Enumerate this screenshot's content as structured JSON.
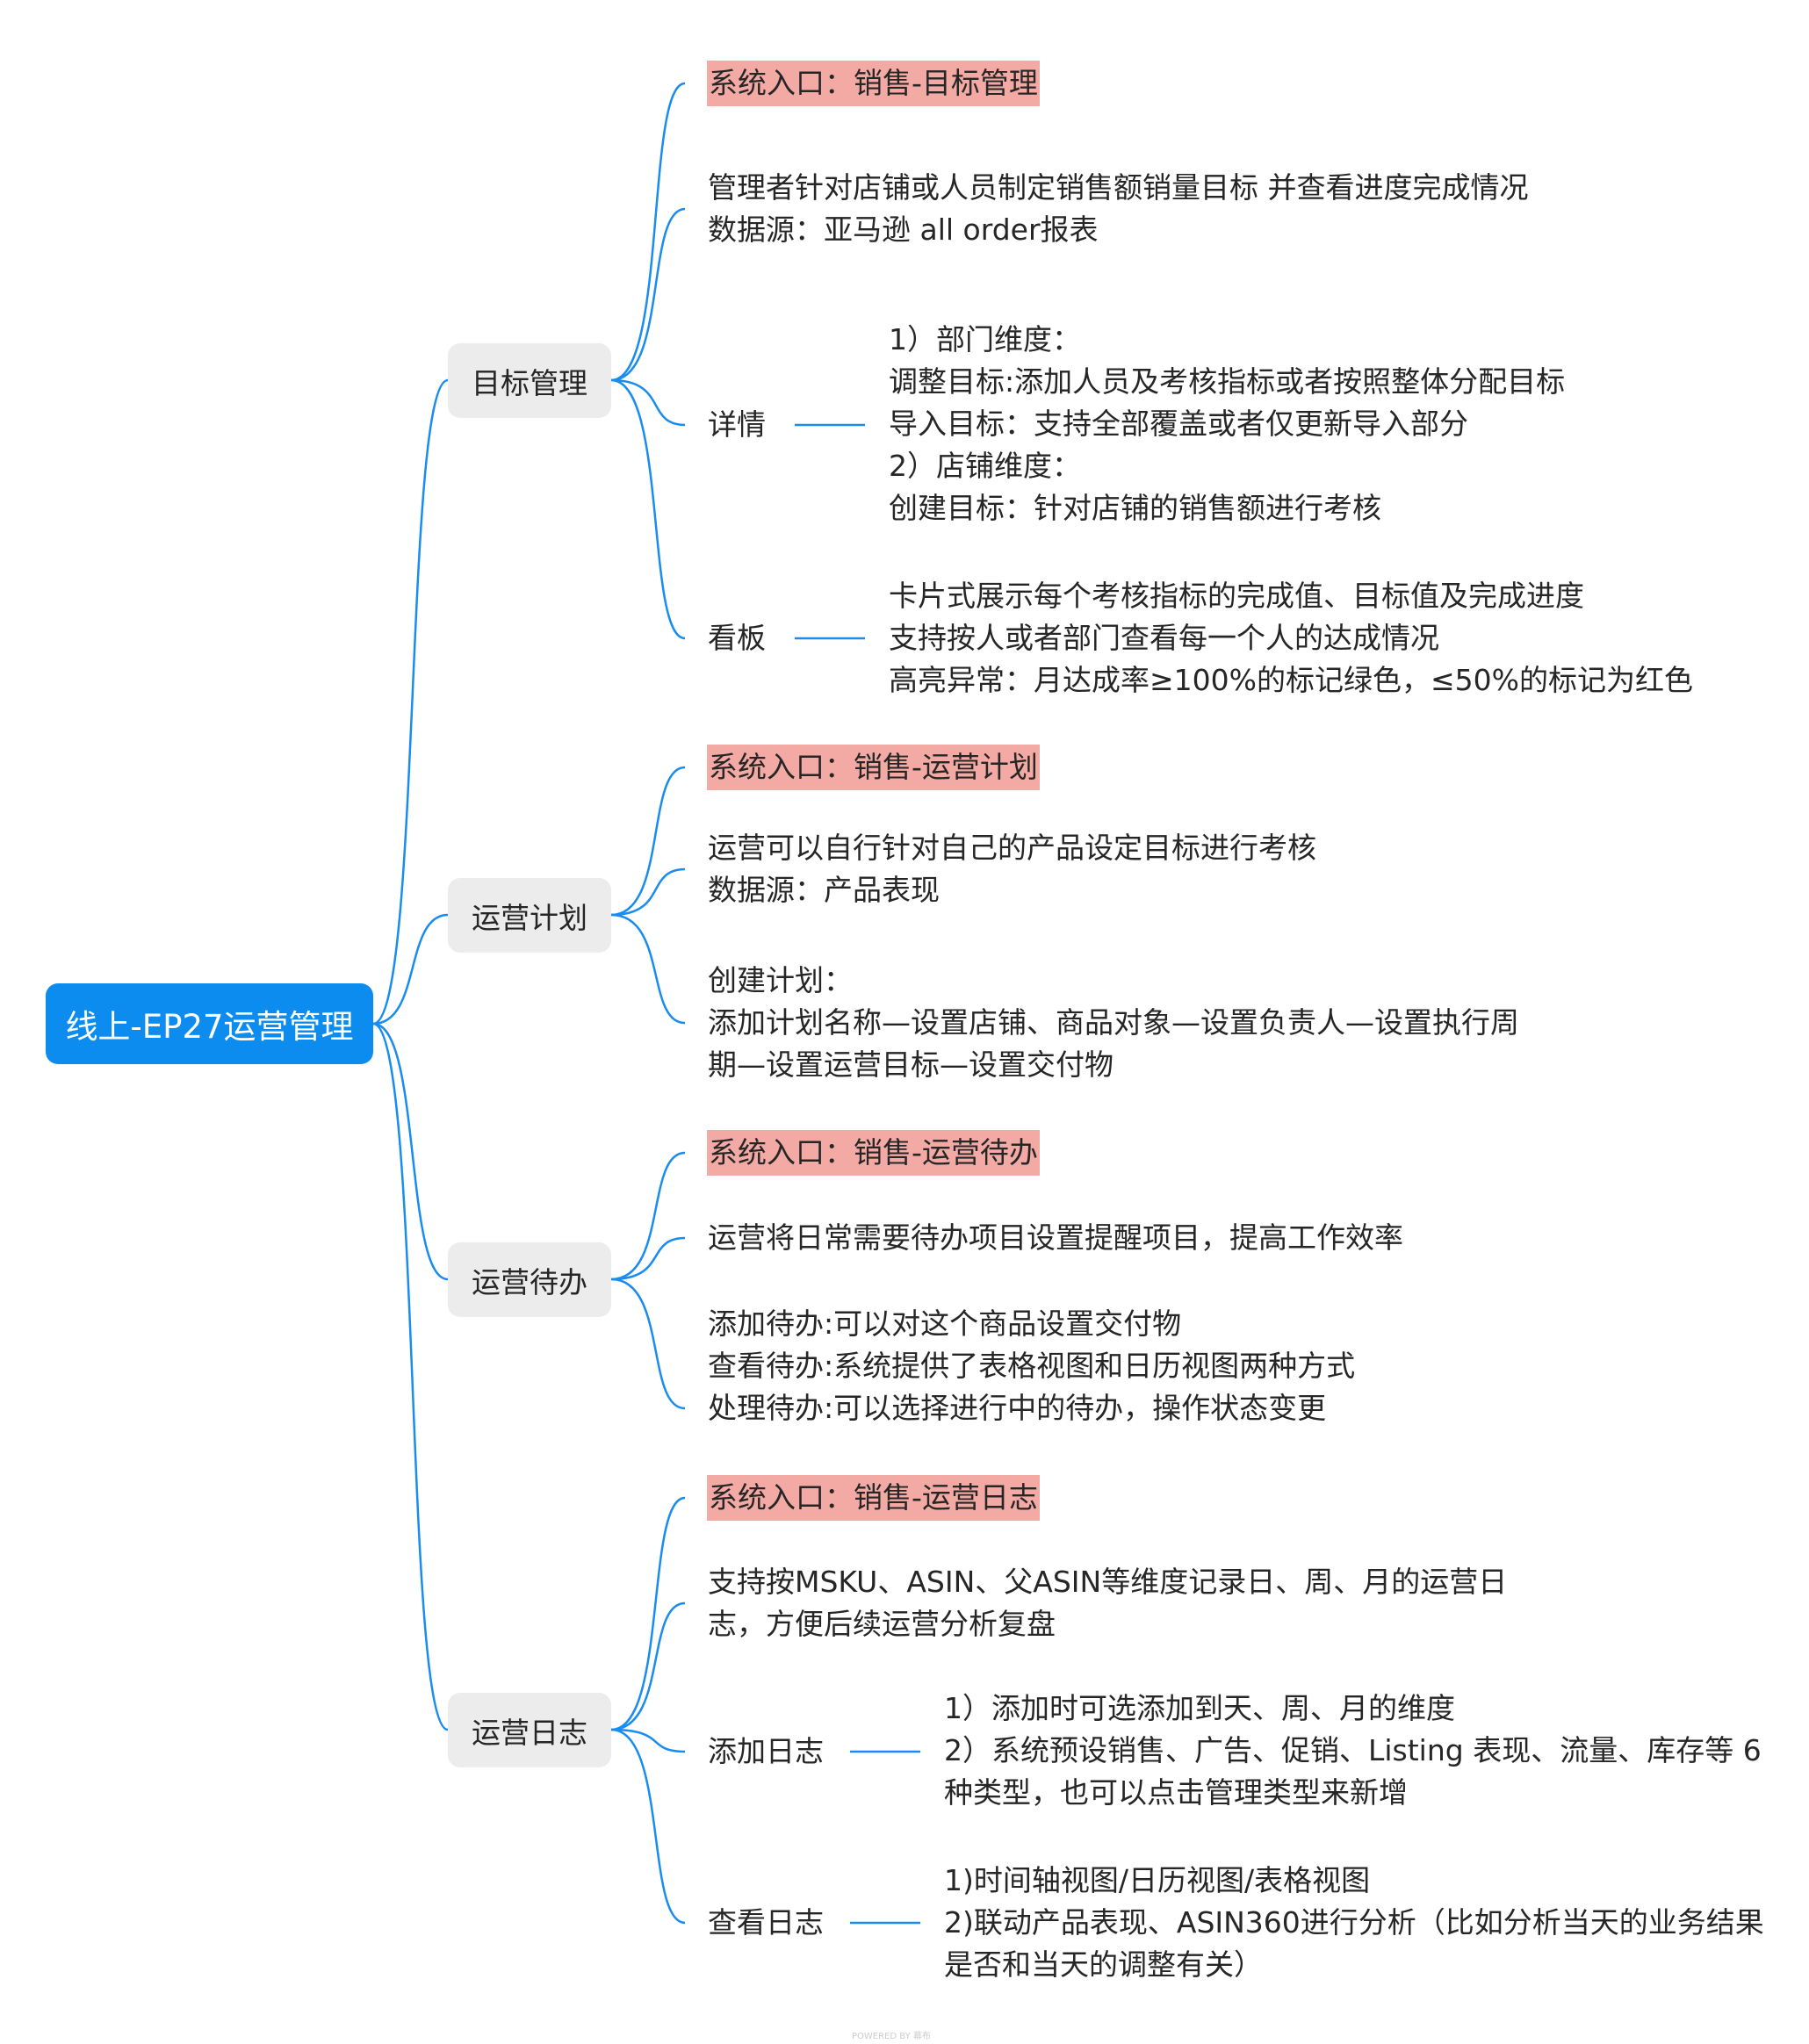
{
  "mindmap": {
    "root": "线上-EP27运营管理",
    "branches": [
      {
        "label": "目标管理",
        "entry": "系统入口：销售-目标管理",
        "desc": [
          "管理者针对店铺或人员制定销售额销量目标 并查看进度完成情况",
          "数据源：亚马逊 all order报表"
        ],
        "subs": [
          {
            "label": "详情",
            "lines": [
              "1）部门维度：",
              "调整目标:添加人员及考核指标或者按照整体分配目标",
              "导入目标：支持全部覆盖或者仅更新导入部分",
              "2）店铺维度：",
              "创建目标：针对店铺的销售额进行考核"
            ]
          },
          {
            "label": "看板",
            "lines": [
              "卡片式展示每个考核指标的完成值、目标值及完成进度",
              "支持按人或者部门查看每一个人的达成情况",
              "高亮异常：月达成率≥100%的标记绿色，≤50%的标记为红色"
            ]
          }
        ]
      },
      {
        "label": "运营计划",
        "entry": "系统入口：销售-运营计划",
        "desc": [
          "运营可以自行针对自己的产品设定目标进行考核",
          "数据源：产品表现"
        ],
        "desc2": [
          "创建计划：",
          "添加计划名称—设置店铺、商品对象—设置负责人—设置执行周",
          "期—设置运营目标—设置交付物"
        ]
      },
      {
        "label": "运营待办",
        "entry": "系统入口：销售-运营待办",
        "desc": [
          "运营将日常需要待办项目设置提醒项目，提高工作效率"
        ],
        "desc2": [
          "添加待办:可以对这个商品设置交付物",
          "查看待办:系统提供了表格视图和日历视图两种方式",
          "处理待办:可以选择进行中的待办，操作状态变更"
        ]
      },
      {
        "label": "运营日志",
        "entry": "系统入口：销售-运营日志",
        "desc": [
          "支持按MSKU、ASIN、父ASIN等维度记录日、周、月的运营日",
          "志，方便后续运营分析复盘"
        ],
        "subs": [
          {
            "label": "添加日志",
            "lines": [
              "1）添加时可选添加到天、周、月的维度",
              "2）系统预设销售、广告、促销、Listing 表现、流量、库存等 6",
              "种类型，也可以点击管理类型来新增"
            ]
          },
          {
            "label": "查看日志",
            "lines": [
              "1)时间轴视图/日历视图/表格视图",
              "2)联动产品表现、ASIN360进行分析（比如分析当天的业务结果",
              "是否和当天的调整有关）"
            ]
          }
        ]
      }
    ],
    "watermark": "POWERED BY 幕布"
  },
  "colors": {
    "root": "#0d8cf0",
    "link": "#1a8cf0",
    "node": "#ececec",
    "highlight": "#f4aaa4"
  }
}
